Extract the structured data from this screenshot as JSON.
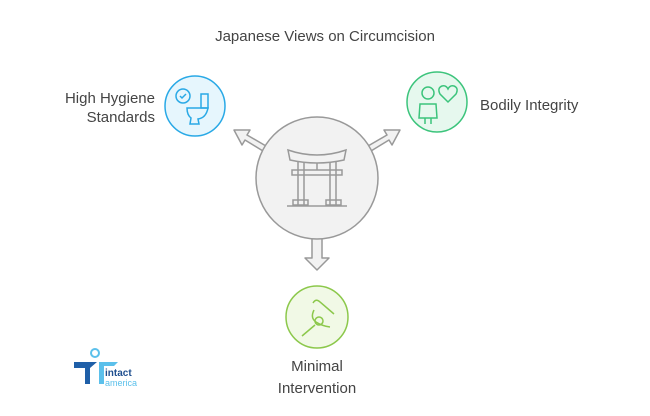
{
  "title": "Japanese Views on Circumcision",
  "center": {
    "icon": "torii-gate-icon"
  },
  "nodes": [
    {
      "line1": "High Hygiene",
      "line2": "Standards",
      "icon": "toilet-check-icon",
      "color": "#29a9e6",
      "fill": "#e6f6fd"
    },
    {
      "line1": "Bodily Integrity",
      "icon": "person-heart-icon",
      "color": "#3cc47c",
      "fill": "#e6f8ee"
    },
    {
      "line1": "Minimal",
      "line2": "Intervention",
      "icon": "hand-gesture-icon",
      "color": "#8cc84b",
      "fill": "#f1f9e6"
    }
  ],
  "logo": {
    "text1": "intact",
    "text2": "america"
  }
}
